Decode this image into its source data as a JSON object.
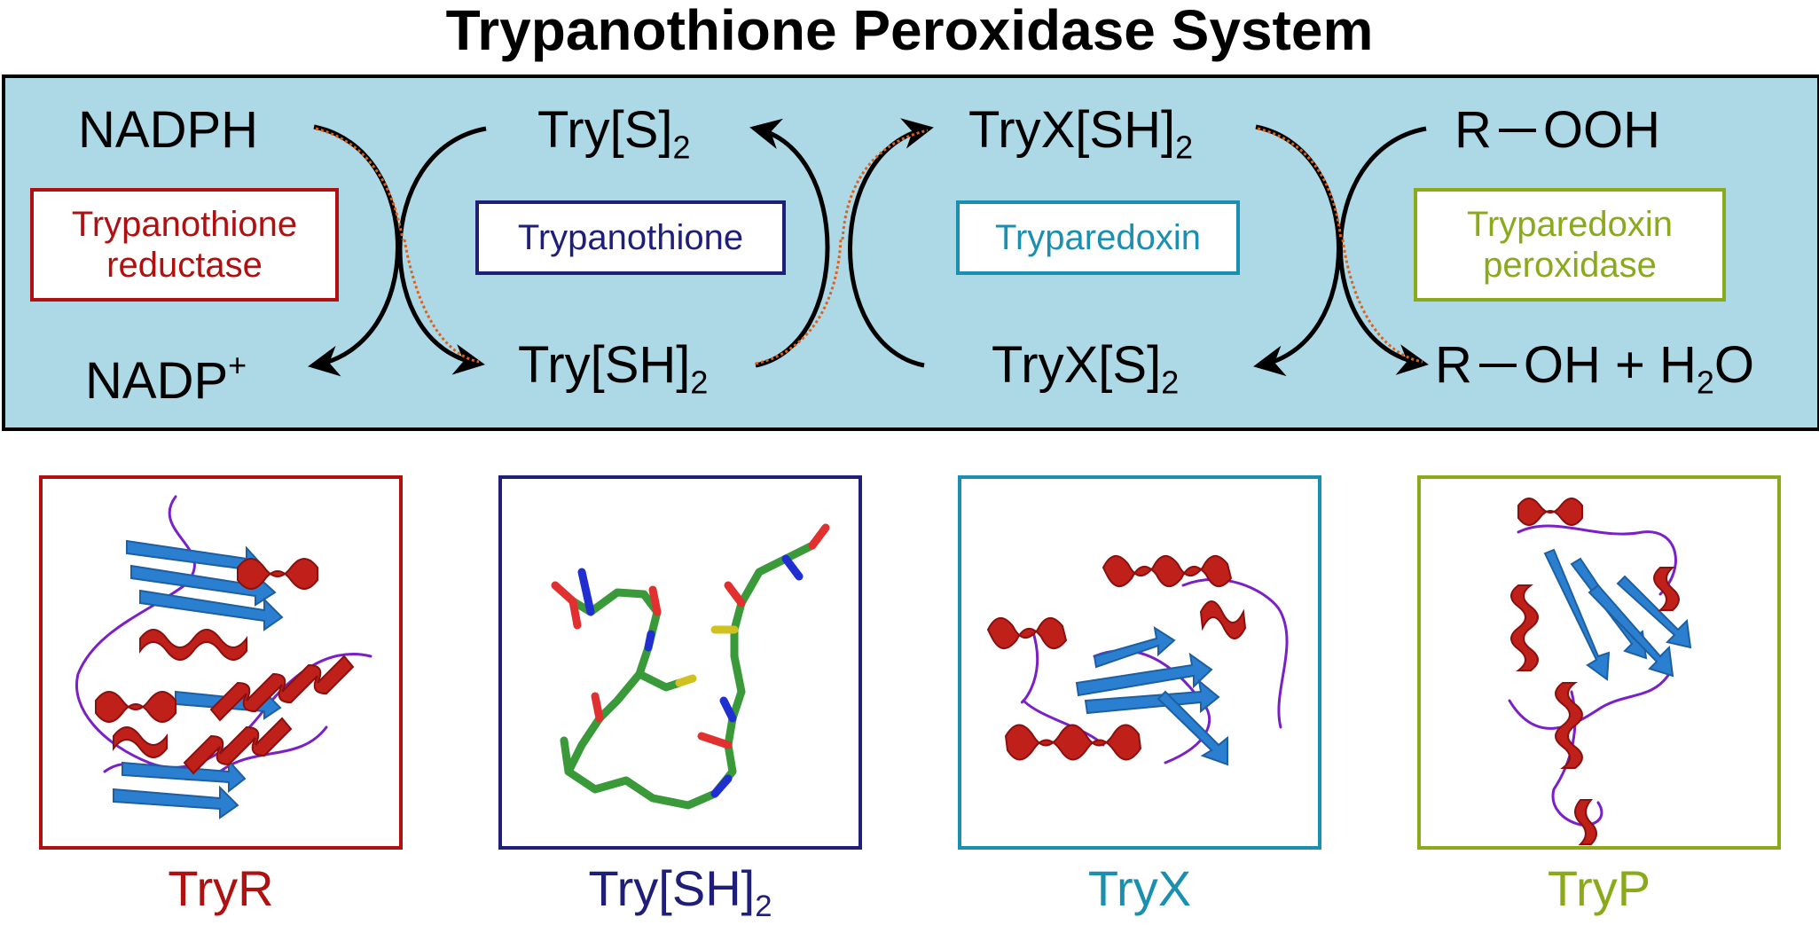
{
  "title": "Trypanothione Peroxidase System",
  "scheme": {
    "molecules": {
      "nadph": "NADPH",
      "nadp_base": "NADP",
      "nadp_sup": "+",
      "try_s2_base": "Try[S]",
      "try_s2_sub": "2",
      "try_sh2_base": "Try[SH]",
      "try_sh2_sub": "2",
      "tryx_sh2_base": "TryX[SH]",
      "tryx_sh2_sub": "2",
      "tryx_s2_base": "TryX[S]",
      "tryx_s2_sub": "2",
      "rooh_left": "R",
      "rooh_right": "OOH",
      "roh_left": "R",
      "roh_right": "OH + H",
      "roh_sub": "2",
      "roh_tail": "O"
    },
    "enzymes": [
      {
        "line1": "Trypanothione",
        "line2": "reductase",
        "color": "#b01010"
      },
      {
        "line1": "Trypanothione",
        "line2": "",
        "color": "#1f1f7a"
      },
      {
        "line1": "Tryparedoxin",
        "line2": "",
        "color": "#1a8fb0"
      },
      {
        "line1": "Tryparedoxin",
        "line2": "peroxidase",
        "color": "#8aaa1a"
      }
    ]
  },
  "structures": [
    {
      "caption": "TryR",
      "color": "#b01010"
    },
    {
      "caption_base": "Try[SH]",
      "caption_sub": "2",
      "color": "#1f1f7a"
    },
    {
      "caption": "TryX",
      "color": "#1a8fb0"
    },
    {
      "caption": "TryP",
      "color": "#8aaa1a"
    }
  ],
  "colors": {
    "scheme_bg": "#add8e6",
    "highlight_dotted": "#e0601a",
    "helix": "#c0201a",
    "sheet": "#2a7fd0",
    "loop": "#7a20c8",
    "carbon": "#3a9a3a",
    "nitrogen": "#2030d0",
    "oxygen": "#e03030",
    "sulfur": "#d0c020"
  }
}
